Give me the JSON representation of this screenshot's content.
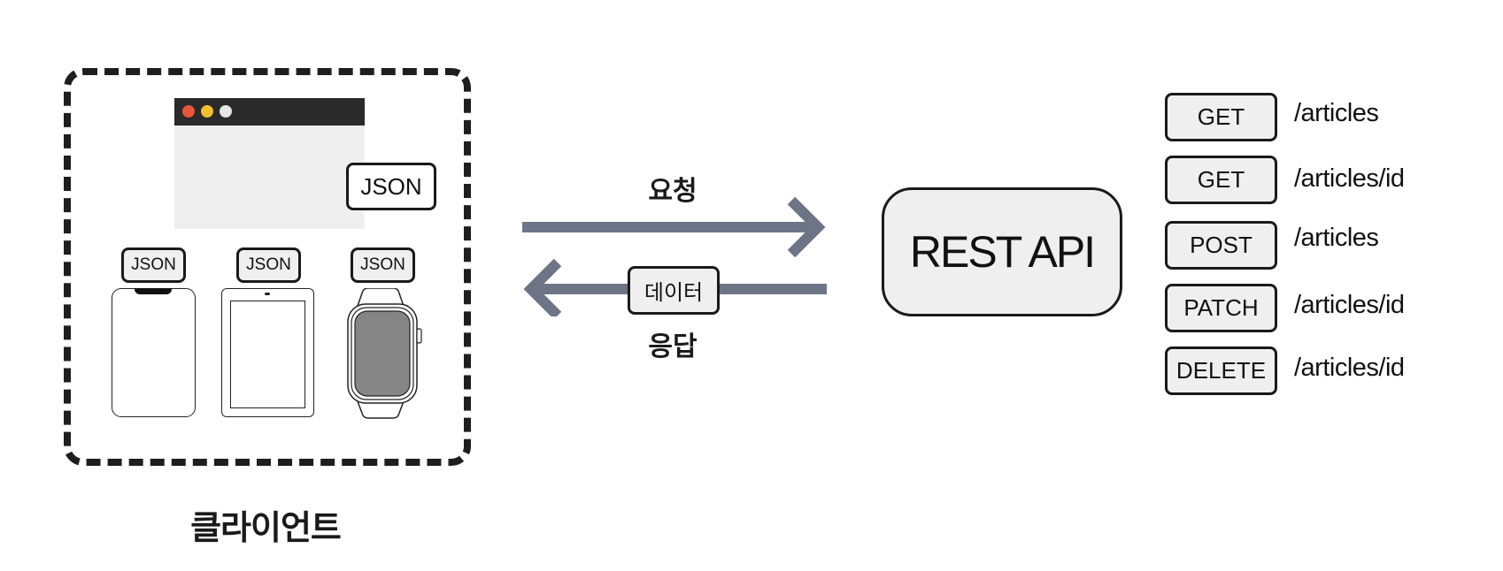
{
  "client": {
    "label": "클라이언트",
    "browser_format": "JSON",
    "device_formats": [
      "JSON",
      "JSON",
      "JSON"
    ],
    "devices": [
      "browser",
      "phone",
      "tablet",
      "watch"
    ]
  },
  "arrows": {
    "request_label": "요청",
    "response_label": "응답",
    "response_payload": "데이터",
    "color": "#6c7486"
  },
  "server": {
    "label": "REST API"
  },
  "endpoints": [
    {
      "method": "GET",
      "path": "/articles"
    },
    {
      "method": "GET",
      "path": "/articles/id"
    },
    {
      "method": "POST",
      "path": "/articles"
    },
    {
      "method": "PATCH",
      "path": "/articles/id"
    },
    {
      "method": "DELETE",
      "path": "/articles/id"
    }
  ],
  "colors": {
    "chip_fill": "#efefef",
    "outline": "#1a1a1a",
    "browser_bar": "#2a2a2a",
    "traffic_red": "#e8553a",
    "traffic_yellow": "#f4c033",
    "traffic_white": "#e6e6e6",
    "watch_screen": "#858585"
  }
}
